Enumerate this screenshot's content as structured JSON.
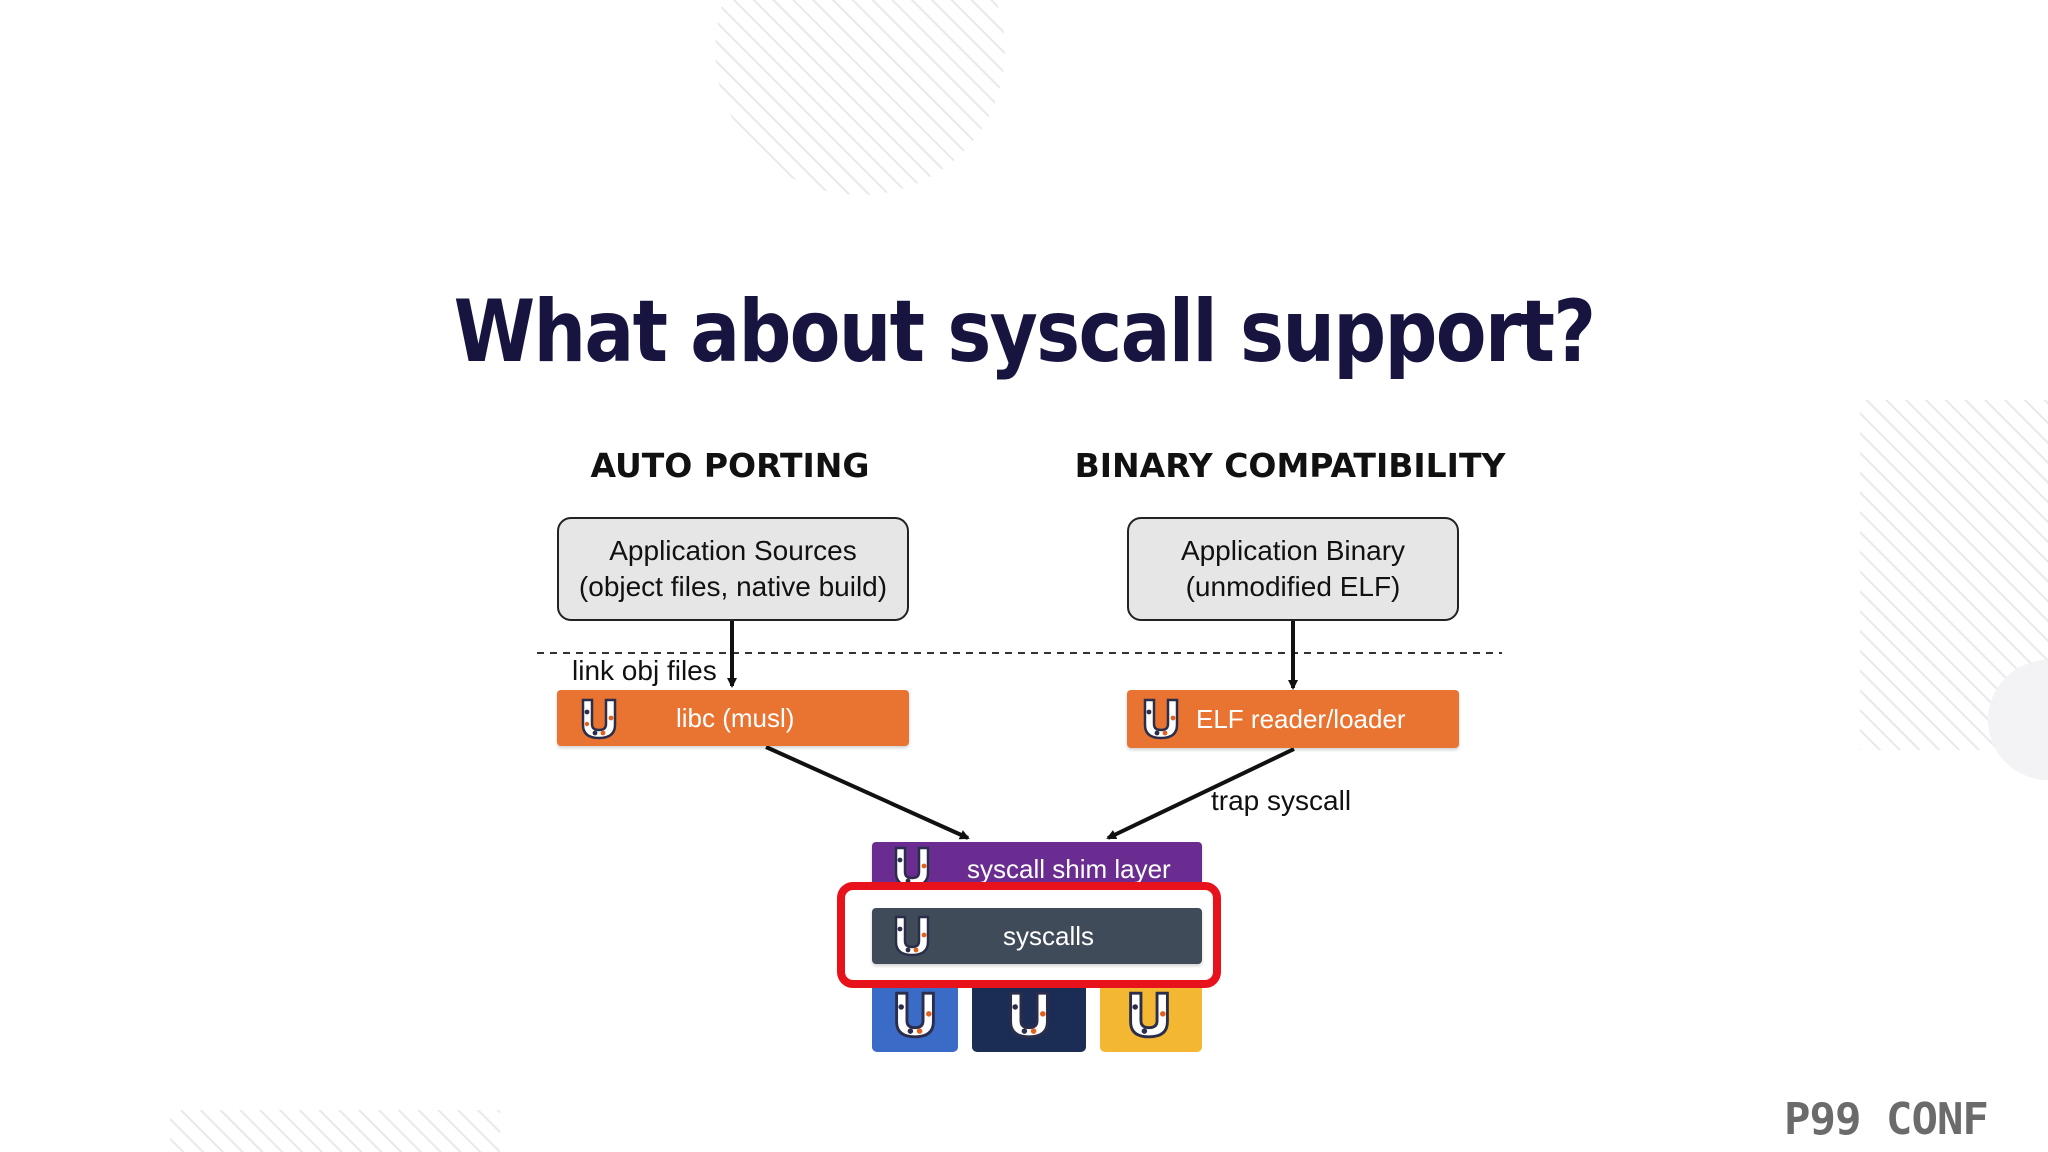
{
  "slide": {
    "title": "What about syscall support?"
  },
  "columns": {
    "auto_porting": {
      "heading": "AUTO PORTING",
      "source_line1": "Application Sources",
      "source_line2": "(object files, native build)",
      "edge_label": "link obj files",
      "lib_label": "libc (musl)"
    },
    "binary_compat": {
      "heading": "BINARY COMPATIBILITY",
      "source_line1": "Application Binary",
      "source_line2": "(unmodified ELF)",
      "lib_label": "ELF reader/loader",
      "edge_label": "trap syscall"
    }
  },
  "stack": {
    "shim_label": "syscall shim layer",
    "syscalls_label": "syscalls"
  },
  "colors": {
    "title": "#17153f",
    "orange": "#e97432",
    "purple": "#6a2c91",
    "slate": "#404b5a",
    "blue": "#3a6bc6",
    "navy": "#1b2c55",
    "yellow": "#f4b731",
    "highlight": "#e8121d"
  },
  "icons": {
    "unikraft_logo": "unikraft-u-icon"
  },
  "branding": {
    "conference": "P99 CONF"
  }
}
